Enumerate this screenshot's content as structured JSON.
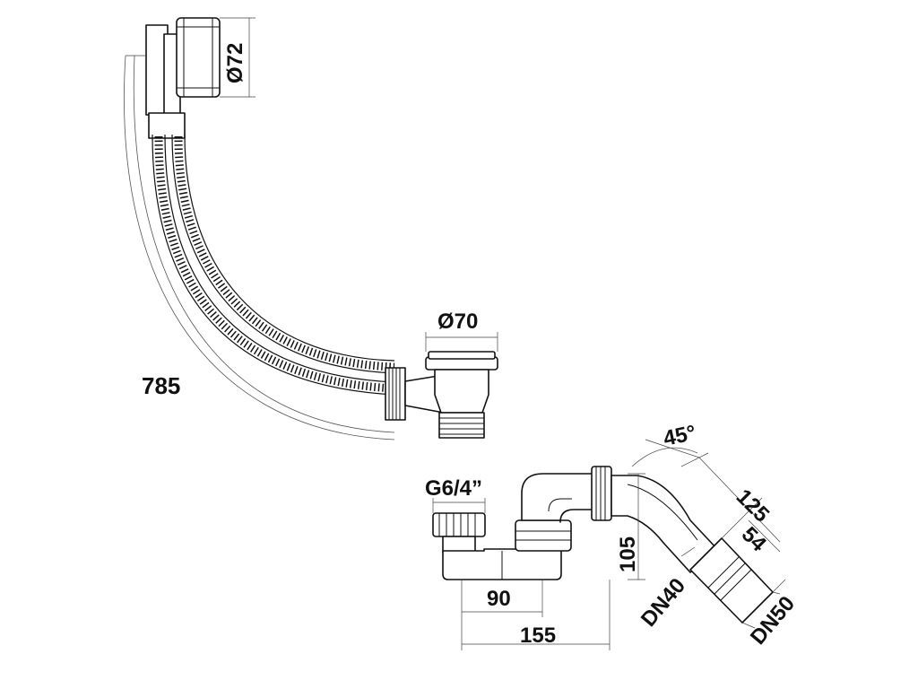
{
  "dimensions": {
    "overflow_diameter": "Ø72",
    "drain_diameter": "Ø70",
    "cable_length": "785",
    "thread_size": "G6/4”",
    "angle": "45°",
    "elbow_length": "125",
    "adapter_length": "54",
    "height": "105",
    "inner_spacing": "90",
    "overall_width": "155",
    "outlet_small": "DN40",
    "outlet_large": "DN50"
  }
}
